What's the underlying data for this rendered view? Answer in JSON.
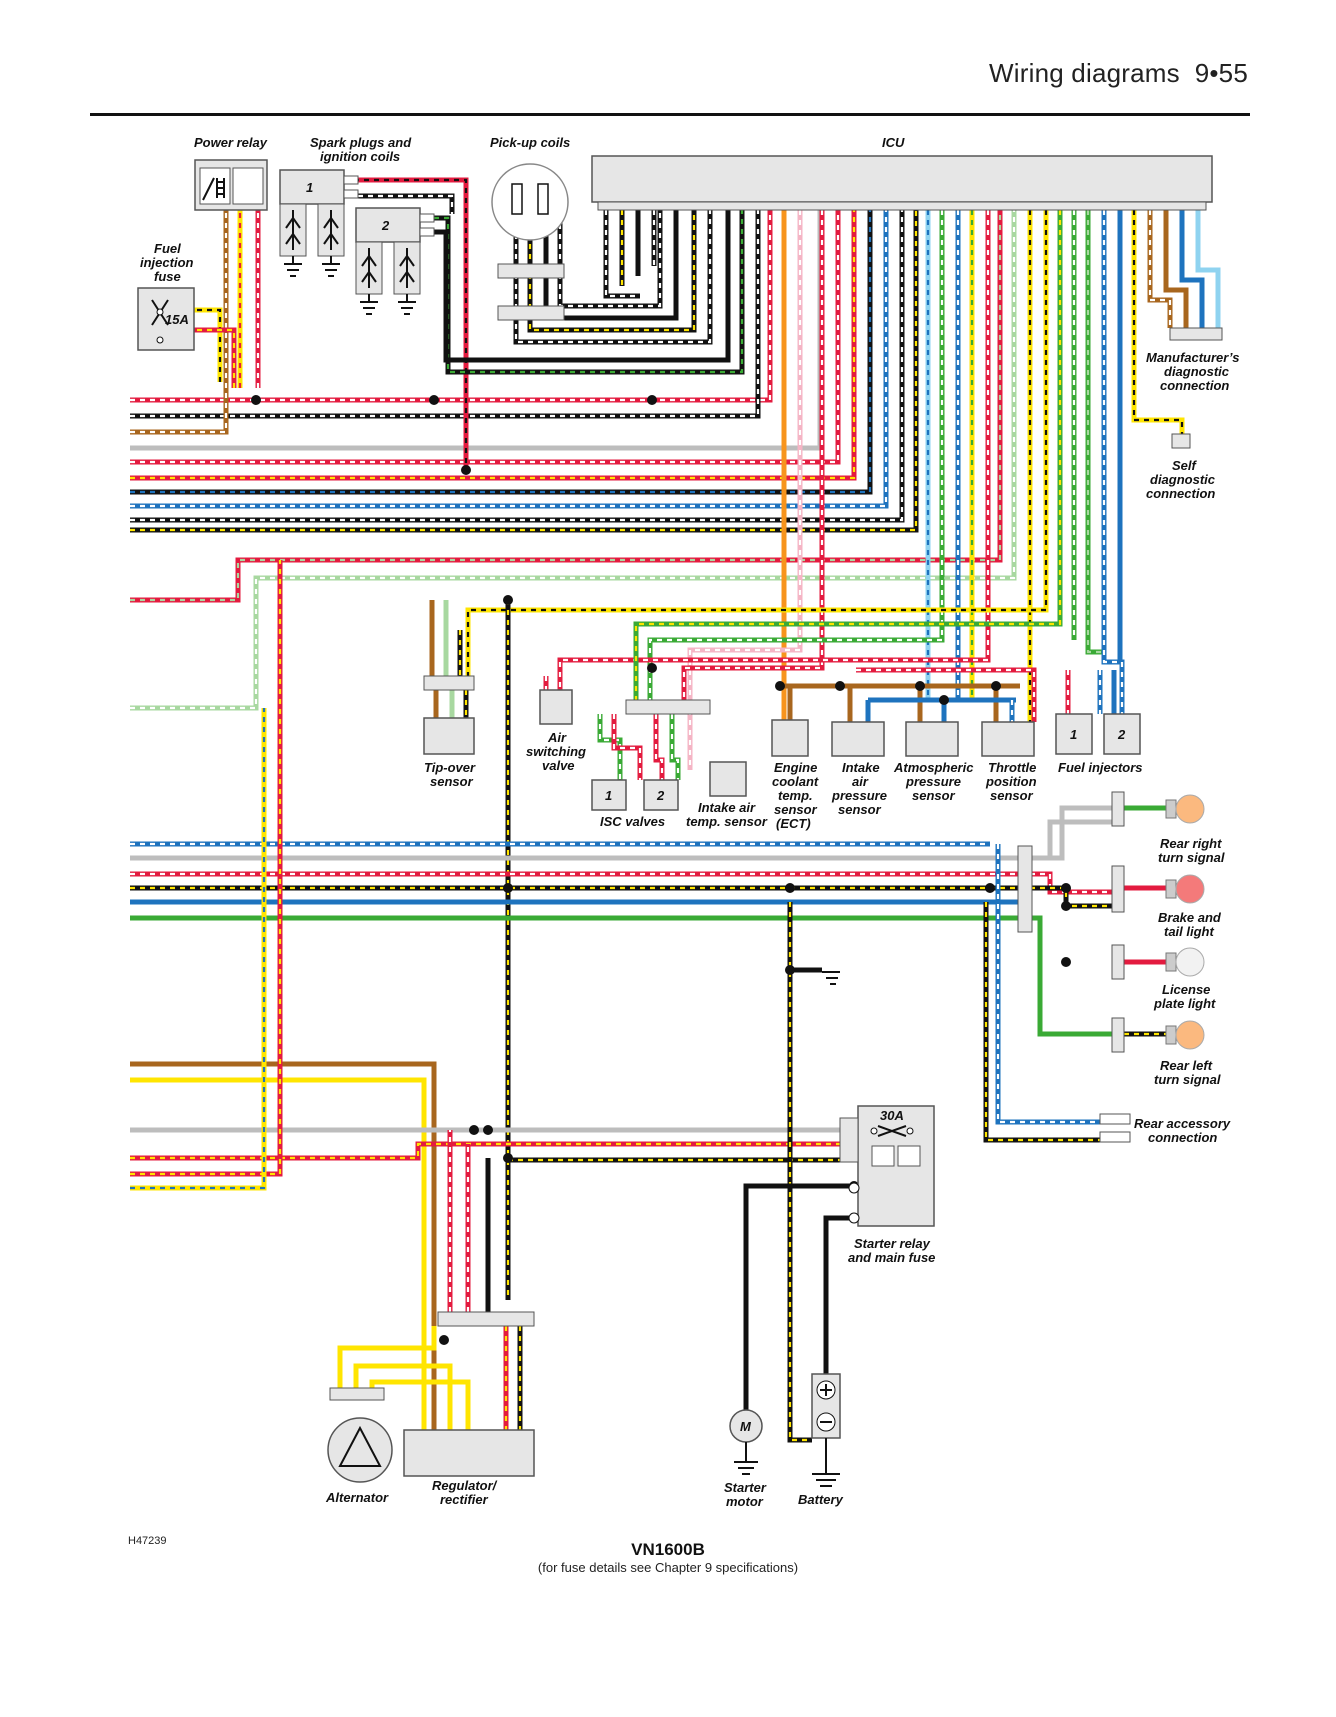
{
  "header": {
    "title": "Wiring diagrams",
    "page": "9•55"
  },
  "labels": {
    "power_relay": "Power relay",
    "spark_1": "Spark plugs and",
    "spark_2": "ignition coils",
    "pickup": "Pick-up coils",
    "icu": "ICU",
    "fuse_1": "Fuel",
    "fuse_2": "injection",
    "fuse_3": "fuse",
    "fuse_rating": "15A",
    "mdc_1": "Manufacturer’s",
    "mdc_2": "diagnostic",
    "mdc_3": "connection",
    "sdc_1": "Self",
    "sdc_2": "diagnostic",
    "sdc_3": "connection",
    "tip_1": "Tip-over",
    "tip_2": "sensor",
    "asv_1": "Air",
    "asv_2": "switching",
    "asv_3": "valve",
    "isc": "ISC valves",
    "iat_1": "Intake air",
    "iat_2": "temp. sensor",
    "ect_1": "Engine",
    "ect_2": "coolant",
    "ect_3": "temp.",
    "ect_4": "sensor",
    "ect_5": "(ECT)",
    "iap_1": "Intake",
    "iap_2": "air",
    "iap_3": "pressure",
    "iap_4": "sensor",
    "atm_1": "Atmospheric",
    "atm_2": "pressure",
    "atm_3": "sensor",
    "tps_1": "Throttle",
    "tps_2": "position",
    "tps_3": "sensor",
    "inj": "Fuel injectors",
    "rrt_1": "Rear right",
    "rrt_2": "turn signal",
    "btl_1": "Brake and",
    "btl_2": "tail light",
    "lpl_1": "License",
    "lpl_2": "plate light",
    "rlt_1": "Rear left",
    "rlt_2": "turn signal",
    "rac_1": "Rear accessory",
    "rac_2": "connection",
    "relay_1": "Starter relay",
    "relay_2": "and main fuse",
    "relay_fuse": "30A",
    "alternator": "Alternator",
    "reg_1": "Regulator/",
    "reg_2": "rectifier",
    "starter_1": "Starter",
    "starter_2": "motor",
    "battery": "Battery",
    "motor_symbol": "M",
    "num_1": "1",
    "num_2": "2"
  },
  "footer": {
    "code": "H47239",
    "model": "VN1600B",
    "note": "(for fuse details see Chapter 9 specifications)"
  },
  "colors": {
    "red": "#e31b3f",
    "yellow": "#ffe500",
    "black": "#111111",
    "brown": "#a8661e",
    "orange": "#f7941d",
    "green": "#3aaa35",
    "light_green": "#a8d8a0",
    "blue": "#1e73be",
    "light_blue": "#8fd3f0",
    "white": "#ffffff",
    "grey": "#bdbdbd",
    "pink": "#f5b5c5",
    "component_fill": "#e6e6e6"
  }
}
